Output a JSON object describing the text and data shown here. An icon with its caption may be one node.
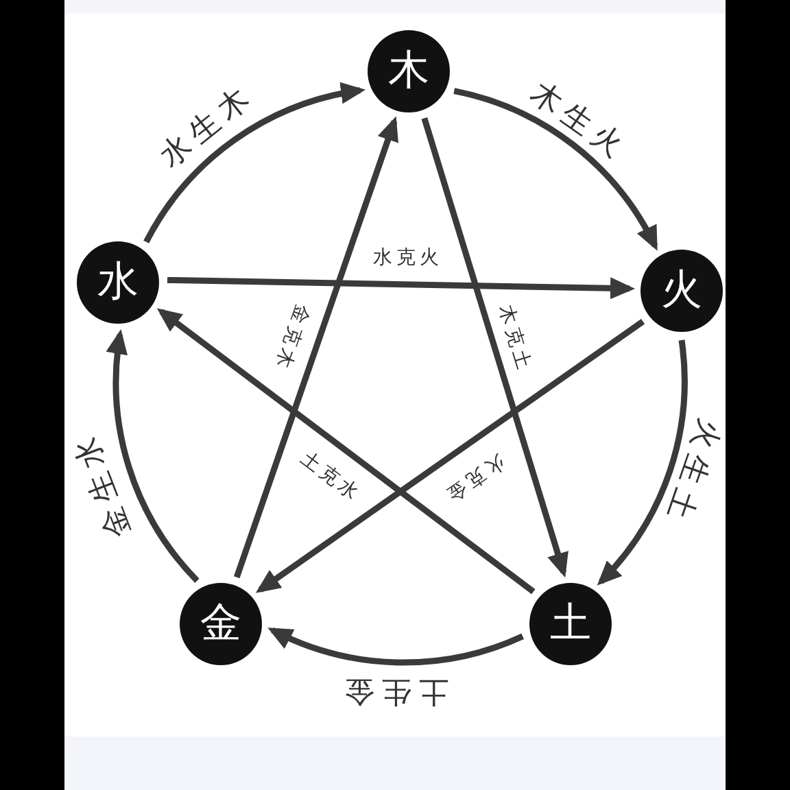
{
  "diagram": {
    "nodes": [
      {
        "text": [
          "木"
        ]
      },
      {
        "text": [
          "水"
        ]
      },
      {
        "text": [
          "火"
        ]
      },
      {
        "text": [
          "金"
        ]
      },
      {
        "text": [
          "土"
        ]
      }
    ],
    "edges": [
      {
        "from": 1,
        "to": 0,
        "arrow": "to",
        "label": "水生木"
      },
      {
        "from": 0,
        "to": 2,
        "arrow": "to",
        "label": "木生火"
      },
      {
        "from": 2,
        "to": 4,
        "arrow": "to",
        "label": "火生土"
      },
      {
        "from": 4,
        "to": 3,
        "arrow": "to",
        "label": "土生金"
      },
      {
        "from": 3,
        "to": 1,
        "arrow": "to",
        "label": "金生水"
      },
      {
        "from": 1,
        "to": 2,
        "arrow": "to",
        "label": "水克火"
      },
      {
        "from": 3,
        "to": 0,
        "arrow": "to",
        "label": "金克木"
      },
      {
        "from": 0,
        "to": 4,
        "arrow": "to",
        "label": "木克土"
      },
      {
        "from": 4,
        "to": 1,
        "arrow": "to",
        "label": "土克水"
      },
      {
        "from": 2,
        "to": 3,
        "arrow": "to",
        "label": "火克金"
      }
    ]
  }
}
